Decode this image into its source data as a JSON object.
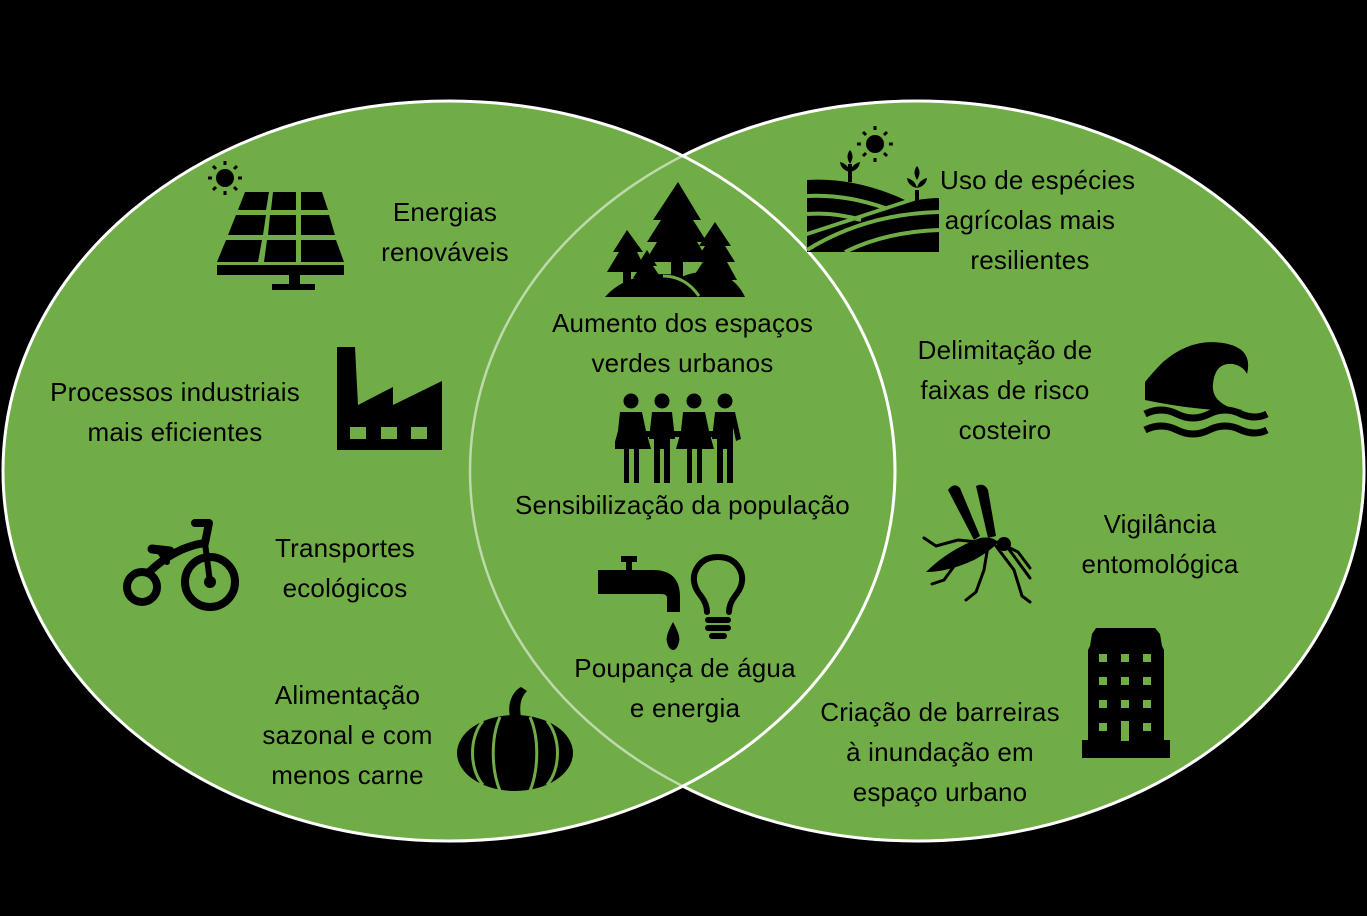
{
  "diagram": {
    "type": "venn",
    "colors": {
      "background": "#000000",
      "fill": "#70AD47",
      "outline": "#FFFFFF",
      "icon": "#000000"
    },
    "left_circle": {
      "items": [
        {
          "icon": "solar-panel-icon",
          "lines": [
            "Energias",
            "renováveis"
          ]
        },
        {
          "icon": "factory-icon",
          "lines": [
            "Processos industriais",
            "mais eficientes"
          ]
        },
        {
          "icon": "bicycle-icon",
          "lines": [
            "Transportes",
            "ecológicos"
          ]
        },
        {
          "icon": "pumpkin-icon",
          "lines": [
            "Alimentação",
            "sazonal e com",
            "menos carne"
          ]
        }
      ]
    },
    "intersection": {
      "items": [
        {
          "icon": "forest-icon",
          "lines": [
            "Aumento dos espaços",
            "verdes urbanos"
          ]
        },
        {
          "icon": "people-icon",
          "lines": [
            "Sensibilização da população"
          ]
        },
        {
          "icon": "tap-and-bulb-icon",
          "lines": [
            "Poupança de água",
            "e energia"
          ]
        }
      ]
    },
    "right_circle": {
      "items": [
        {
          "icon": "farmland-icon",
          "lines": [
            "Uso de espécies",
            "agrícolas mais",
            "resilientes"
          ]
        },
        {
          "icon": "wave-icon",
          "lines": [
            "Delimitação de",
            "faixas de risco",
            "costeiro"
          ]
        },
        {
          "icon": "mosquito-icon",
          "lines": [
            "Vigilância",
            "entomológica"
          ]
        },
        {
          "icon": "building-icon",
          "lines": [
            "Criação de barreiras",
            "à inundação em",
            "espaço urbano"
          ]
        }
      ]
    }
  }
}
